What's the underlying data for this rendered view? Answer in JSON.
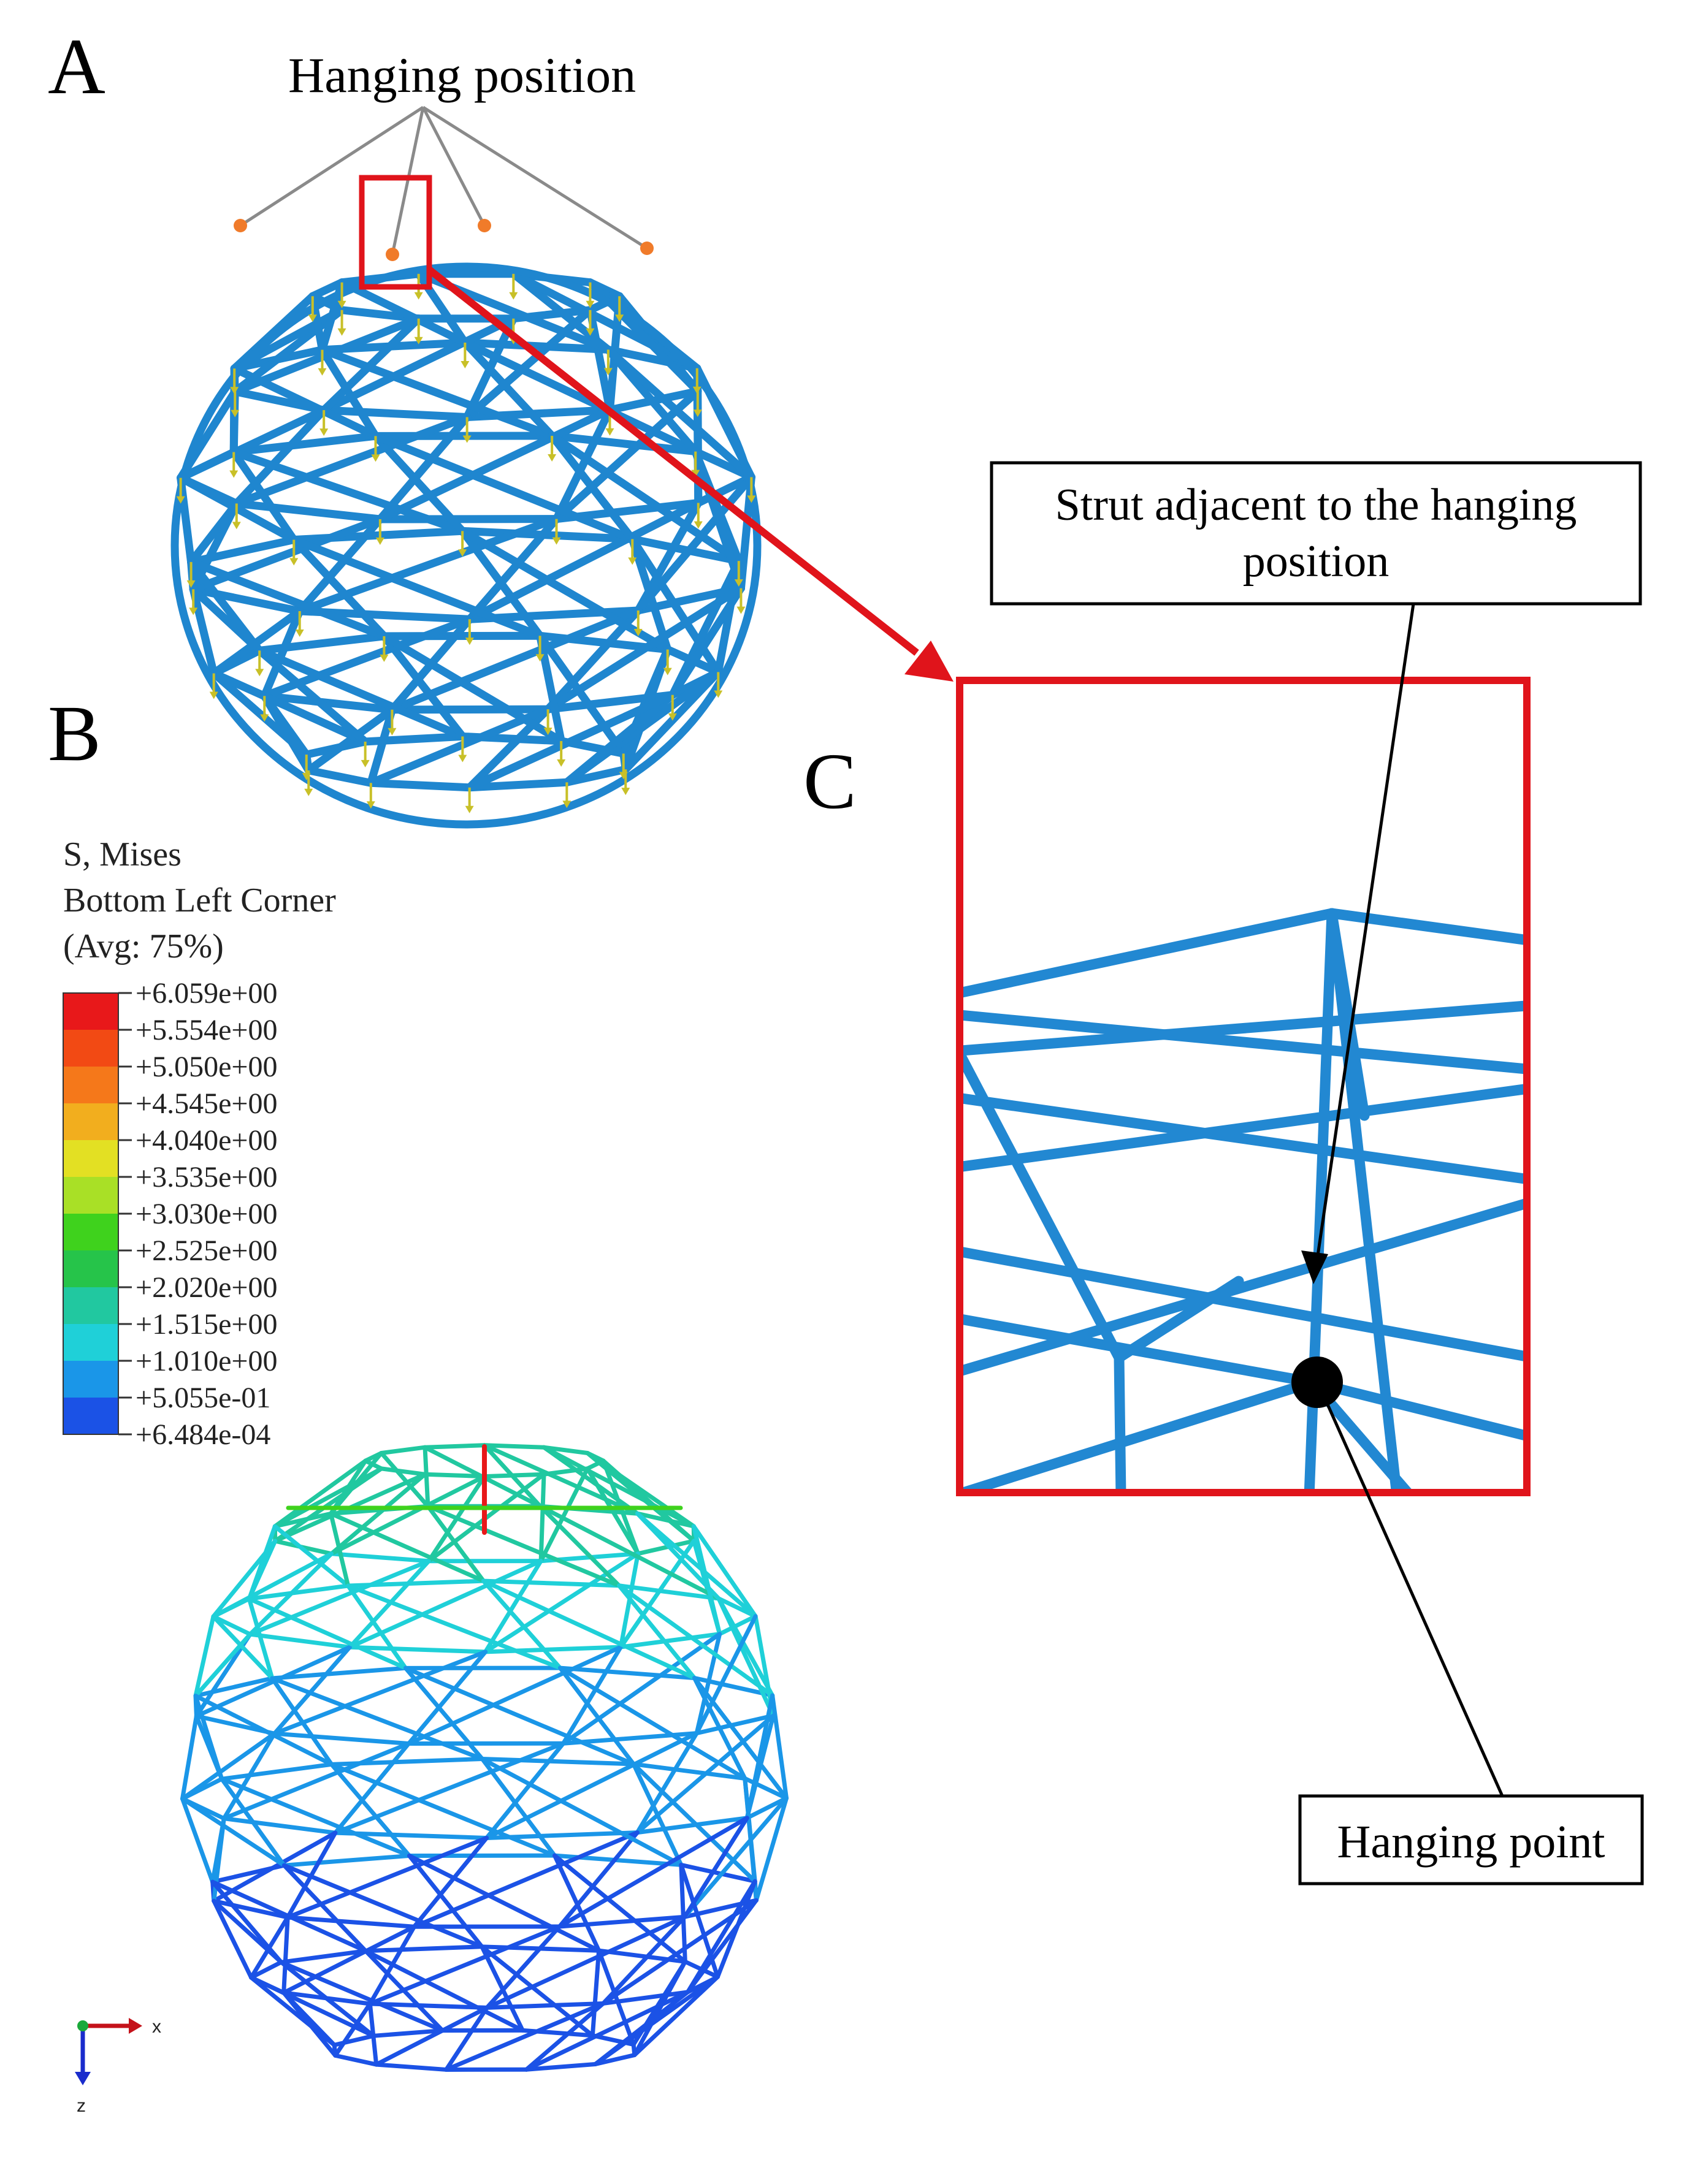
{
  "panels": {
    "a": "A",
    "b": "B",
    "c": "C"
  },
  "annotations": {
    "hanging_position": "Hanging position",
    "strut_line1": "Strut adjacent to the hanging",
    "strut_line2": "position",
    "hanging_point": "Hanging point"
  },
  "legend": {
    "title": "S, Mises",
    "subtitle": "Bottom Left Corner",
    "avg": "(Avg: 75%)",
    "ticks": [
      "+6.059e+00",
      "+5.554e+00",
      "+5.050e+00",
      "+4.545e+00",
      "+4.040e+00",
      "+3.535e+00",
      "+3.030e+00",
      "+2.525e+00",
      "+2.020e+00",
      "+1.515e+00",
      "+1.010e+00",
      "+5.055e-01",
      "+6.484e-04"
    ],
    "band_colors": [
      "#e8181a",
      "#f24a14",
      "#f5781a",
      "#f2ae1e",
      "#e3e023",
      "#a9e026",
      "#3fd21d",
      "#26c44a",
      "#21c8a0",
      "#1fd0d8",
      "#1a96e8",
      "#1b52e6",
      "#1f1ad8"
    ]
  },
  "axes": {
    "x": "x",
    "z": "z"
  },
  "colors": {
    "strut": "#1f86cf",
    "callout_frame": "#e0141b",
    "load_marker": "#c8c028",
    "hang_marker": "#f07b2a"
  }
}
